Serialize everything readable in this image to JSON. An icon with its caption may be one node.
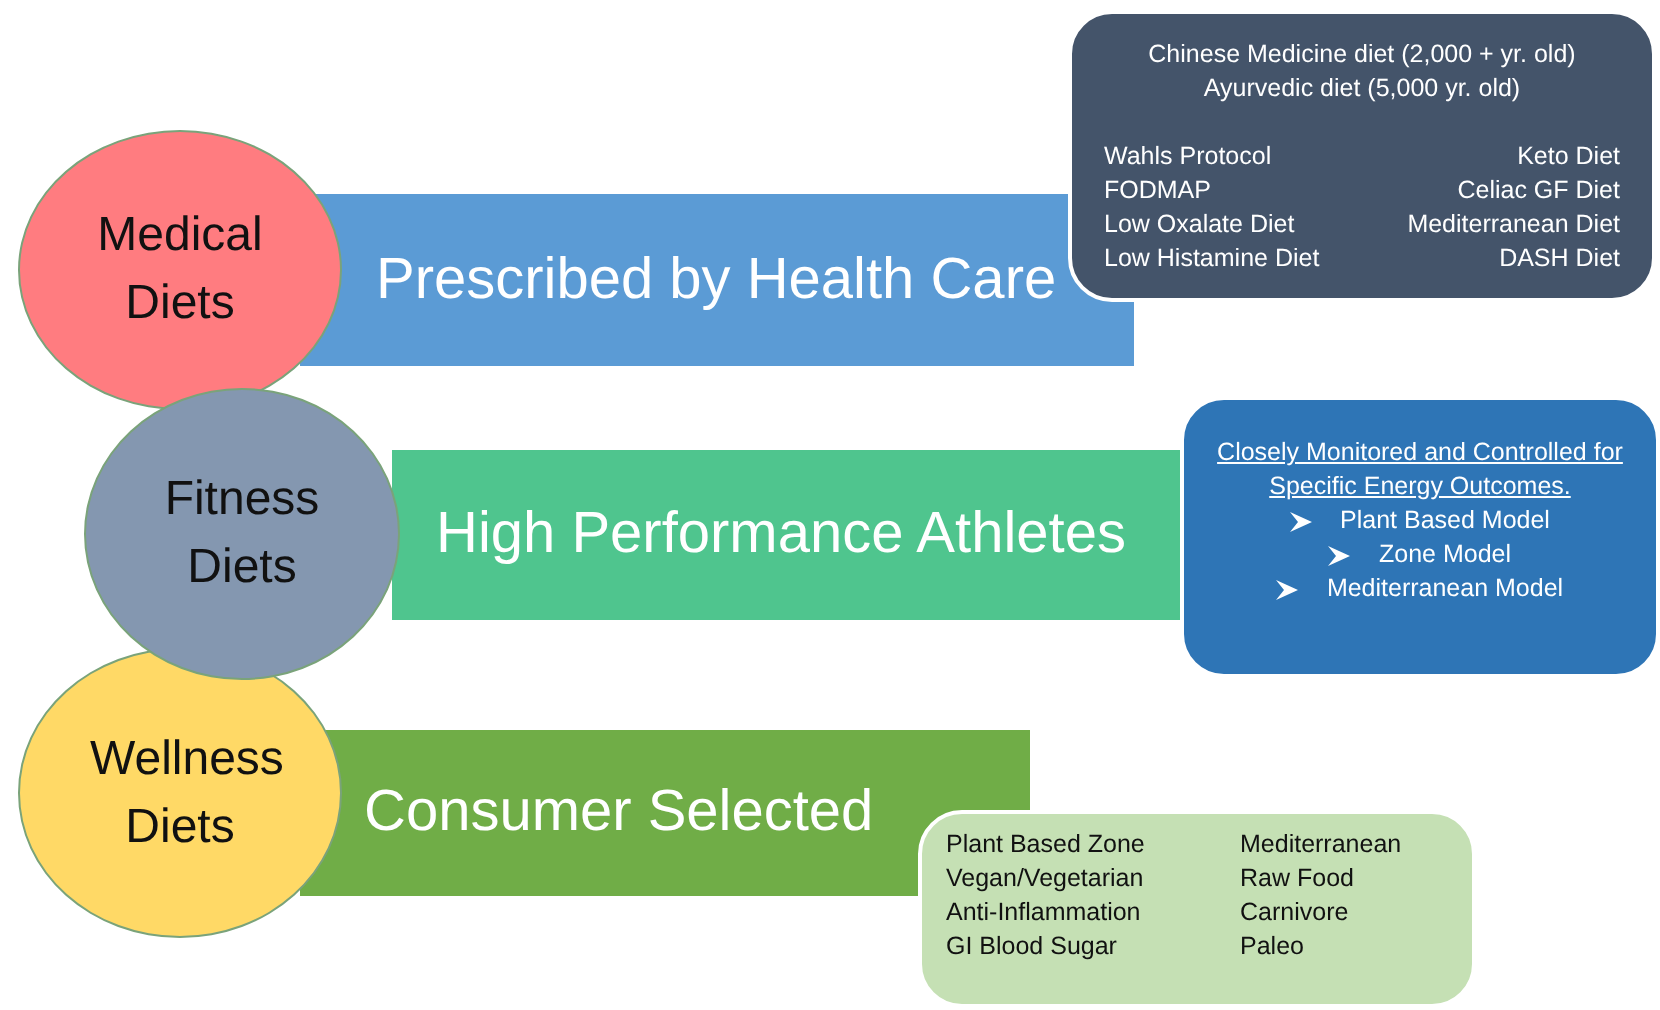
{
  "diagram": {
    "nodes": [
      {
        "text": [
          "Medical Diets"
        ]
      },
      {
        "text": [
          "Fitness Diets"
        ]
      },
      {
        "text": [
          "Wellness Diets"
        ]
      },
      {
        "text": [
          "Prescribed by Health Care"
        ]
      },
      {
        "text": [
          "High Performance Athletes"
        ]
      },
      {
        "text": [
          "Consumer Selected"
        ]
      },
      {
        "text": [
          "Chinese Medicine diet (2,000 + yr. old)",
          "Ayurvedic diet  (5,000 yr. old)",
          "Wahls Protocol",
          "Keto Diet",
          "FODMAP",
          "Celiac GF Diet",
          "Low Oxalate Diet",
          "Mediterranean Diet",
          "Low Histamine Diet",
          "DASH Diet"
        ]
      },
      {
        "text": [
          "Closely Monitored and Controlled for Specific Energy Outcomes.",
          "Plant Based Model",
          "Zone Model",
          "Mediterranean Model"
        ]
      },
      {
        "text": [
          "Plant Based Zone",
          "Vegan/Vegetarian",
          "Anti-Inflammation",
          "GI Blood Sugar",
          "Mediterranean",
          "Raw Food",
          "Carnivore",
          "Paleo"
        ]
      }
    ],
    "edges": []
  }
}
